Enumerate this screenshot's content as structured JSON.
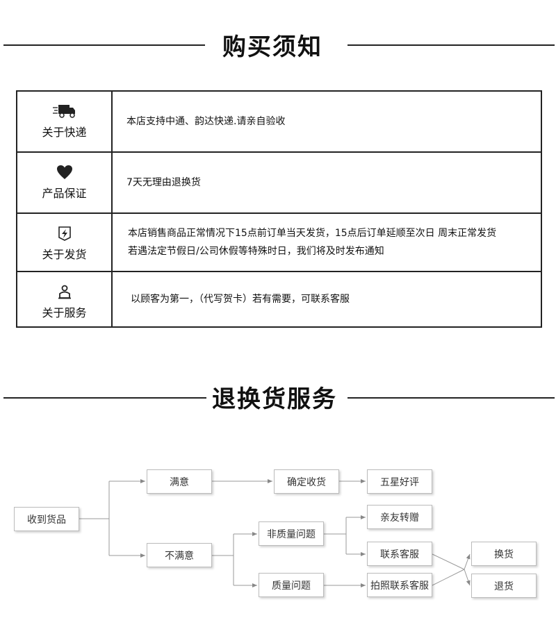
{
  "purchase_notice": {
    "title": "购买须知",
    "rows": [
      {
        "icon": "truck-icon",
        "label": "关于快递",
        "lines": [
          "本店支持中通、韵达快递.请亲自验收"
        ]
      },
      {
        "icon": "heart-icon",
        "label": "产品保证",
        "lines": [
          "7天无理由退换货"
        ]
      },
      {
        "icon": "lightning-badge-icon",
        "label": "关于发货",
        "lines": [
          "本店销售商品正常情况下15点前订单当天发货，15点后订单延顺至次日  周末正常发货",
          "若遇法定节假日/公司休假等特殊时日，我们将及时发布通知"
        ]
      },
      {
        "icon": "person-icon",
        "label": "关于服务",
        "lines": [
          "以顾客为第一，（代写贺卡）若有需要，可联系客服"
        ]
      }
    ]
  },
  "return_service": {
    "title": "退换货服务",
    "flow": {
      "received": "收到货品",
      "satisfied": "满意",
      "confirm_receipt": "确定收货",
      "five_star": "五星好评",
      "unsatisfied": "不满意",
      "non_quality_issue": "非质量问题",
      "gift_to_friend": "亲友转赠",
      "contact_service": "联系客服",
      "quality_issue": "质量问题",
      "photo_contact_service": "拍照联系客服",
      "exchange": "换货",
      "return": "退货"
    }
  }
}
